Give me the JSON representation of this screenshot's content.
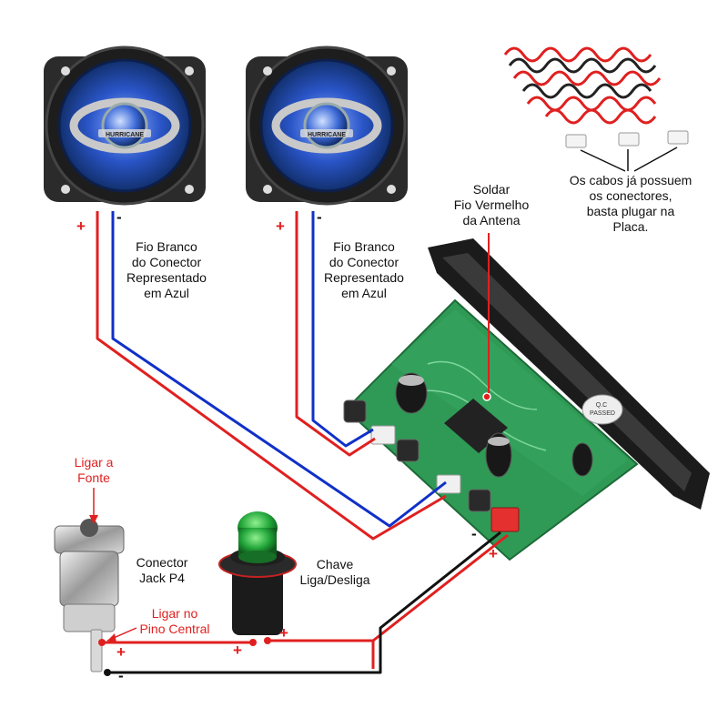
{
  "labels": {
    "speaker1_wire": "Fio Branco\ndo Conector\nRepresentado\nem Azul",
    "speaker2_wire": "Fio Branco\ndo Conector\nRepresentado\nem Azul",
    "antenna": "Soldar\nFio Vermelho\nda Antena",
    "cables_note": "Os cabos já possuem\nos conectores,\nbasta plugar na\nPlaca.",
    "power_source": "Ligar a\nFonte",
    "jack": "Conector\nJack P4",
    "switch": "Chave\nLiga/Desliga",
    "center_pin": "Ligar no\nPino Central",
    "capacitor_mark": "Q.C\nPASSED"
  },
  "speaker_brand": "HURRICANE",
  "signs": {
    "plus": "+",
    "minus": "-"
  },
  "colors": {
    "positive_wire": "#e02020",
    "negative_wire_blue": "#1030c8",
    "negative_wire_black": "#111111",
    "speaker_cone": "#2a55c8",
    "pcb_green": "#2f9a55",
    "switch_button": "#22a63a",
    "connector_red": "#e53030"
  },
  "icons": [
    "speaker-icon",
    "mp3-board-icon",
    "jack-p4-icon",
    "push-switch-icon",
    "cable-bundle-icon"
  ]
}
